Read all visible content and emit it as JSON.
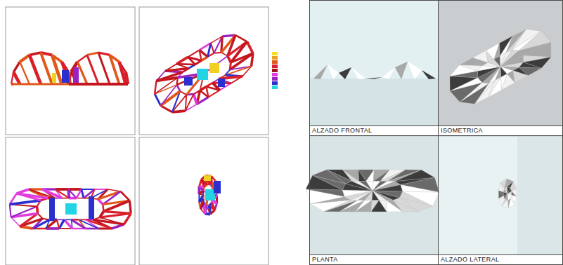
{
  "diagram": {
    "nodes": [
      {
        "text": [
          "ALZADO FRONTAL"
        ]
      },
      {
        "text": [
          "ISOMETRICA"
        ]
      },
      {
        "text": [
          "PLANTA"
        ]
      },
      {
        "text": [
          "ALZADO LATERAL"
        ]
      }
    ]
  }
}
